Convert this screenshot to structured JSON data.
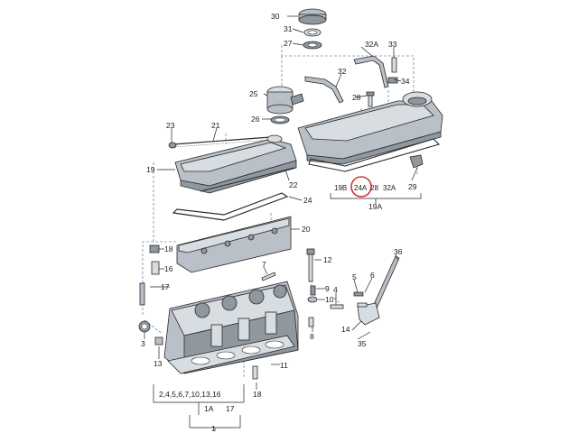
{
  "callouts": [
    {
      "id": "c30",
      "text": "30"
    },
    {
      "id": "c31",
      "text": "31"
    },
    {
      "id": "c27",
      "text": "27"
    },
    {
      "id": "c32A_top",
      "text": "32A"
    },
    {
      "id": "c33",
      "text": "33"
    },
    {
      "id": "c32",
      "text": "32"
    },
    {
      "id": "c34",
      "text": "34"
    },
    {
      "id": "c25",
      "text": "25"
    },
    {
      "id": "c28",
      "text": "28"
    },
    {
      "id": "c26",
      "text": "26"
    },
    {
      "id": "c23",
      "text": "23"
    },
    {
      "id": "c21",
      "text": "21"
    },
    {
      "id": "c19",
      "text": "19"
    },
    {
      "id": "c22",
      "text": "22"
    },
    {
      "id": "c24",
      "text": "24"
    },
    {
      "id": "c20",
      "text": "20"
    },
    {
      "id": "c18_left",
      "text": "18"
    },
    {
      "id": "c16",
      "text": "16"
    },
    {
      "id": "c17",
      "text": "17"
    },
    {
      "id": "c12",
      "text": "12"
    },
    {
      "id": "c7",
      "text": "7"
    },
    {
      "id": "c9",
      "text": "9"
    },
    {
      "id": "c10",
      "text": "10"
    },
    {
      "id": "c8",
      "text": "8"
    },
    {
      "id": "c4",
      "text": "4"
    },
    {
      "id": "c5",
      "text": "5"
    },
    {
      "id": "c6",
      "text": "6"
    },
    {
      "id": "c3",
      "text": "3"
    },
    {
      "id": "c13",
      "text": "13"
    },
    {
      "id": "c11",
      "text": "11"
    },
    {
      "id": "c14",
      "text": "14"
    },
    {
      "id": "c36",
      "text": "36"
    },
    {
      "id": "c35",
      "text": "35"
    },
    {
      "id": "c18_bottom",
      "text": "18"
    },
    {
      "id": "c29",
      "text": "29"
    },
    {
      "id": "c19A",
      "text": "19A"
    },
    {
      "id": "c1A",
      "text": "1A"
    },
    {
      "id": "c17_bottom",
      "text": "17"
    },
    {
      "id": "c1",
      "text": "1"
    }
  ],
  "group_labels": {
    "bottom_group": "2,4,5,6,7,10,13,16",
    "right_19b": "19B",
    "right_24a": "24A",
    "right_28": "28",
    "right_32a": "32A"
  },
  "highlight": {
    "label": "24A",
    "color": "#d0342c"
  },
  "colors": {
    "line": "#2a2a2a",
    "dash": "#3a5f8f",
    "metal": "#b9c0c7"
  }
}
